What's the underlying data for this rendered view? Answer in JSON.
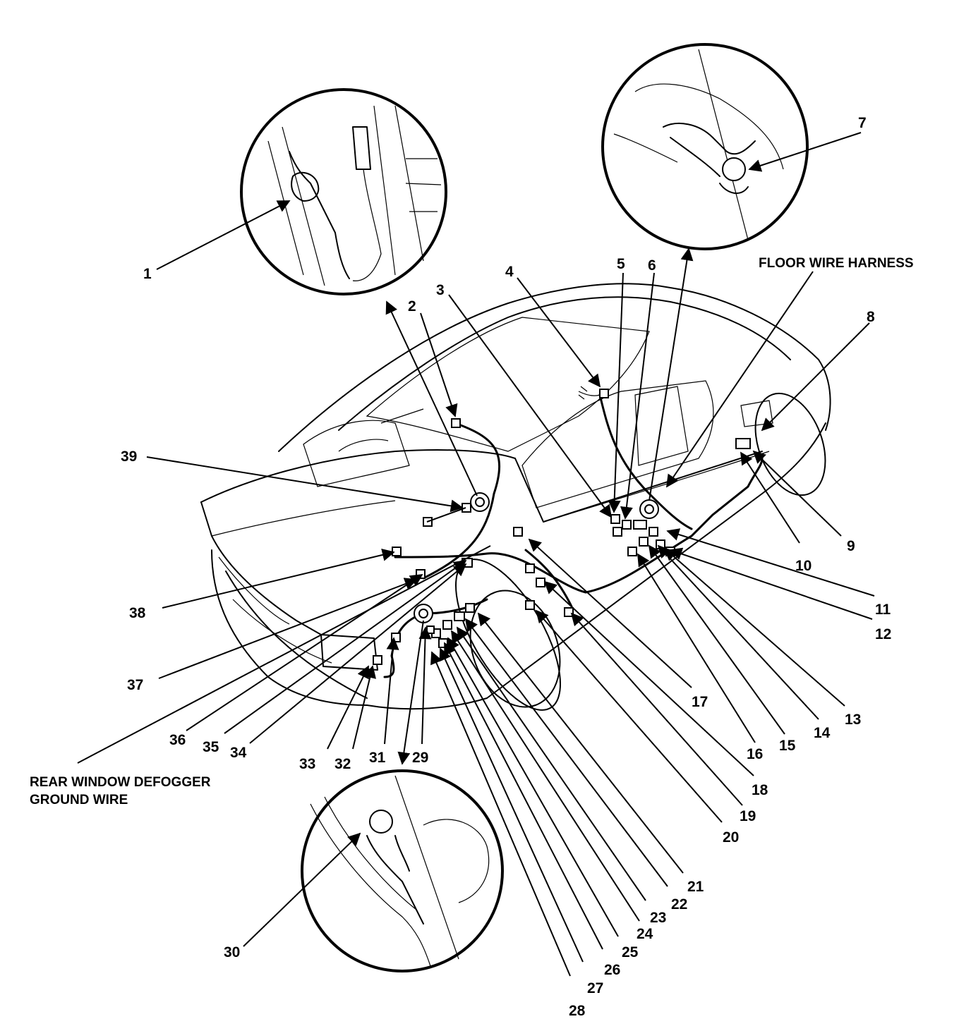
{
  "labels": {
    "floor_wire_harness": "FLOOR WIRE HARNESS",
    "rear_window_defogger_line1": "REAR WINDOW DEFOGGER",
    "rear_window_defogger_line2": "GROUND WIRE"
  },
  "callouts": [
    "1",
    "2",
    "3",
    "4",
    "5",
    "6",
    "7",
    "8",
    "9",
    "10",
    "11",
    "12",
    "13",
    "14",
    "15",
    "16",
    "17",
    "18",
    "19",
    "20",
    "21",
    "22",
    "23",
    "24",
    "25",
    "26",
    "27",
    "28",
    "29",
    "30",
    "31",
    "32",
    "33",
    "34",
    "35",
    "36",
    "37",
    "38",
    "39"
  ]
}
